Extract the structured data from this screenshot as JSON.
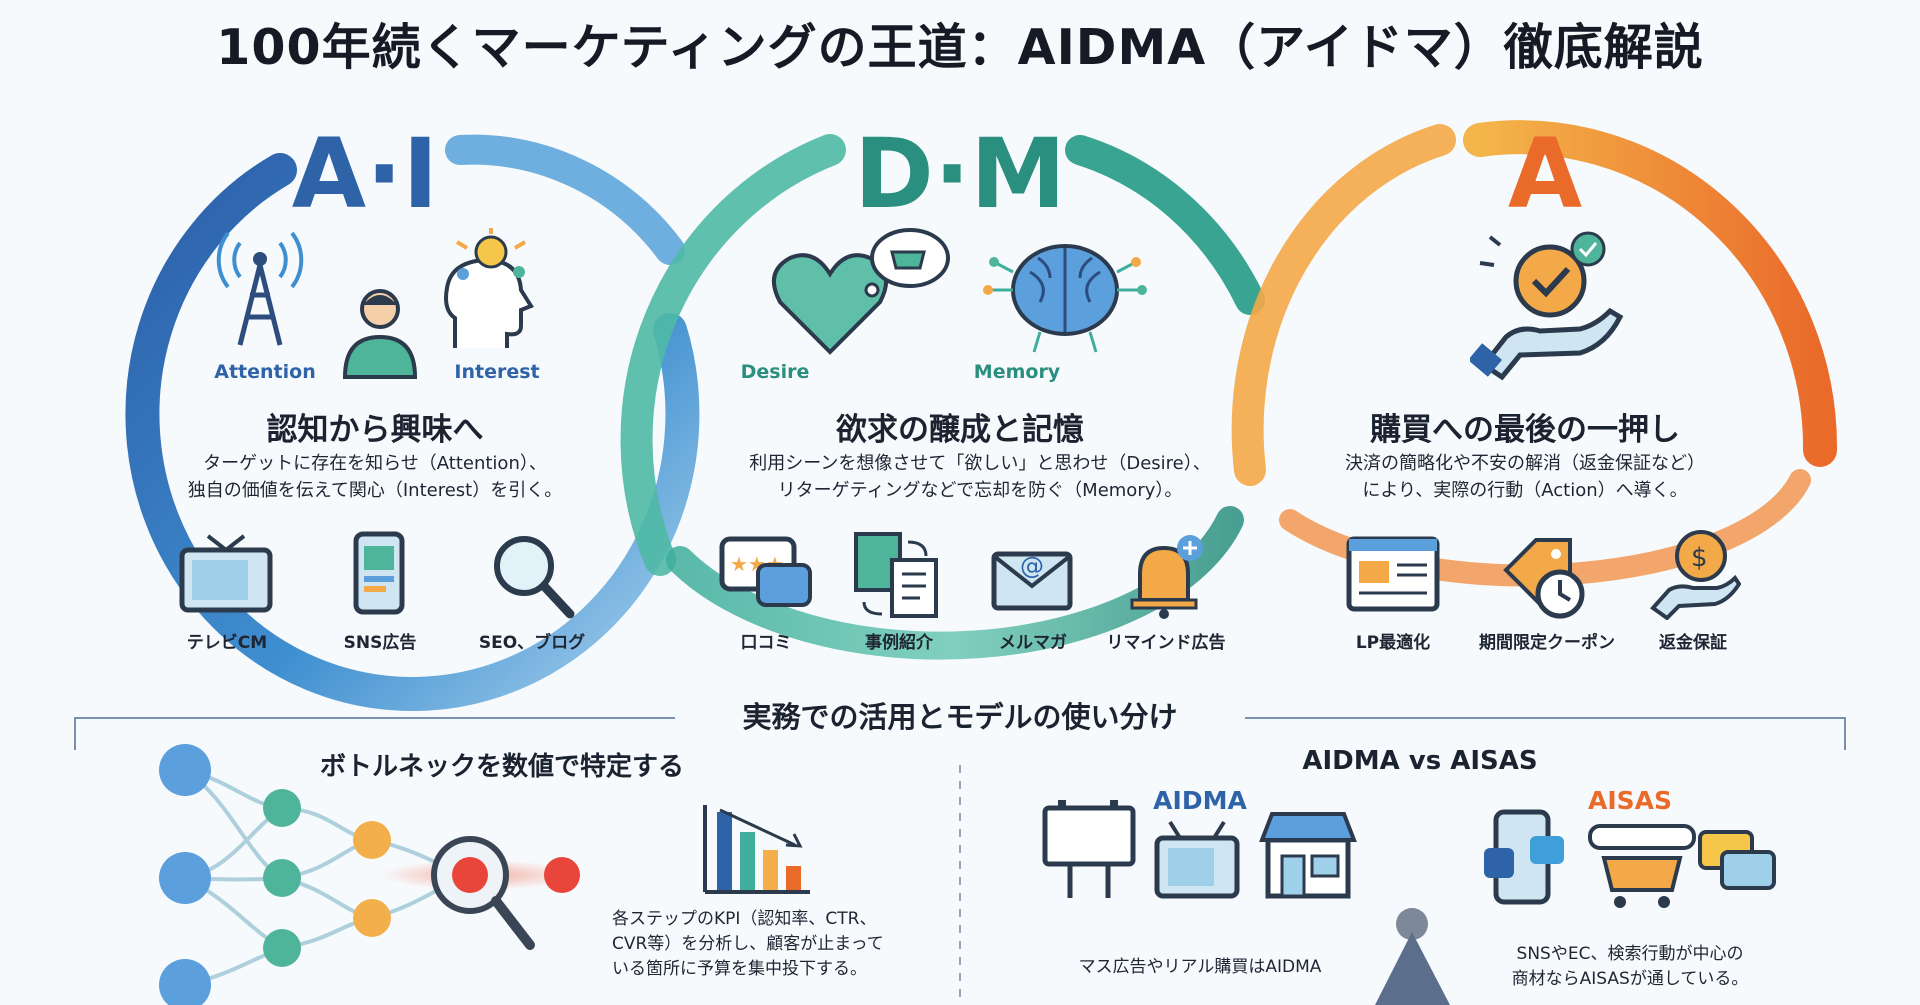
{
  "title": "100年続くマーケティングの王道：AIDMA（アイドマ）徹底解説",
  "colors": {
    "blue": "#2e63a8",
    "teal": "#2a8f7e",
    "orange": "#ea7a2a",
    "navy": "#2c4d7d"
  },
  "stages": [
    {
      "letter": "A·I",
      "icons": [
        {
          "label": "Attention",
          "icon": "radio-tower-icon"
        },
        {
          "label": "Interest",
          "icon": "lightbulb-head-icon"
        }
      ],
      "heading": "認知から興味へ",
      "desc1": "ターゲットに存在を知らせ（Attention）、",
      "desc2": "独自の価値を伝えて関心（Interest）を引く。",
      "tools": [
        "テレビCM",
        "SNS広告",
        "SEO、ブログ"
      ]
    },
    {
      "letter": "D·M",
      "icons": [
        {
          "label": "Desire",
          "icon": "heart-cart-icon"
        },
        {
          "label": "Memory",
          "icon": "brain-icon"
        }
      ],
      "heading": "欲求の醸成と記憶",
      "desc1": "利用シーンを想像させて「欲しい」と思わせ（Desire）、",
      "desc2": "リターゲティングなどで忘却を防ぐ（Memory）。",
      "tools": [
        "口コミ",
        "事例紹介",
        "メルマガ",
        "リマインド広告"
      ]
    },
    {
      "letter": "A",
      "icons": [
        {
          "label": "",
          "icon": "hand-check-icon"
        }
      ],
      "heading": "購買への最後の一押し",
      "desc1": "決済の簡略化や不安の解消（返金保証など）",
      "desc2": "により、実際の行動（Action）へ導く。",
      "tools": [
        "LP最適化",
        "期間限定クーポン",
        "返金保証"
      ]
    }
  ],
  "practice": {
    "heading": "実務での活用とモデルの使い分け",
    "bottleneck": {
      "title": "ボトルネックを数値で特定する",
      "line1": "各ステップのKPI（認知率、CTR、",
      "line2": "CVR等）を分析し、顧客が止まって",
      "line3": "いる箇所に予算を集中投下する。"
    },
    "compare": {
      "title": "AIDMA vs AISAS",
      "left_label": "AIDMA",
      "right_label": "AISAS",
      "left_text": "マス広告やリアル購買はAIDMA",
      "right_line1": "SNSやEC、検索行動が中心の",
      "right_line2": "商材ならAISASが通している。"
    }
  }
}
